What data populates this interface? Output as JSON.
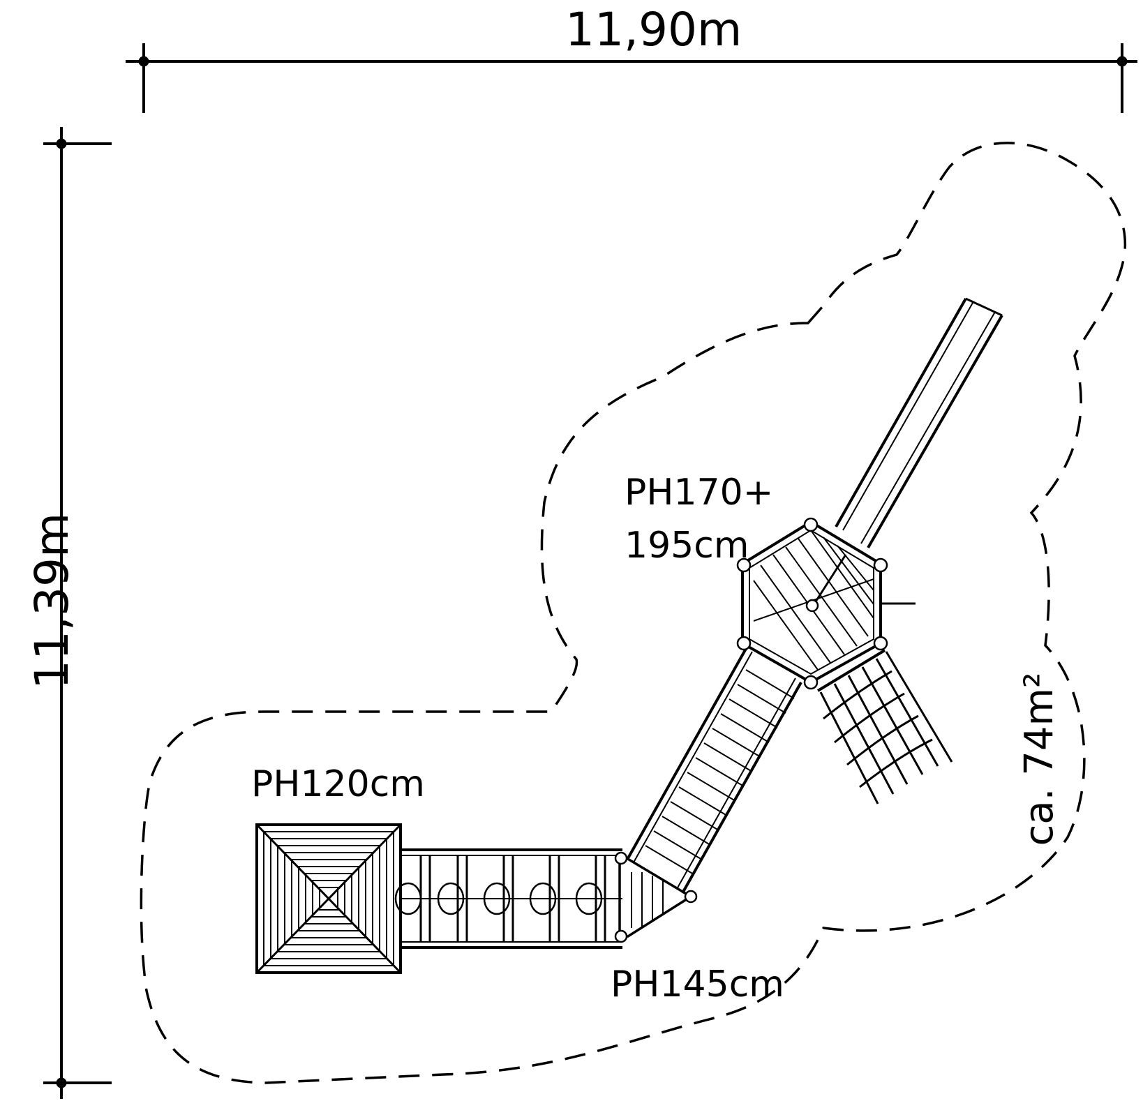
{
  "dimensions": {
    "width": "11,90m",
    "height": "11,39m"
  },
  "area": "ca. 74m²",
  "platforms": {
    "tower_high_line1": "PH170+",
    "tower_high_line2": "195cm",
    "tower_mid": "PH145cm",
    "tower_low": "PH120cm"
  },
  "colors": {
    "ink": "#000000",
    "background": "#ffffff"
  }
}
